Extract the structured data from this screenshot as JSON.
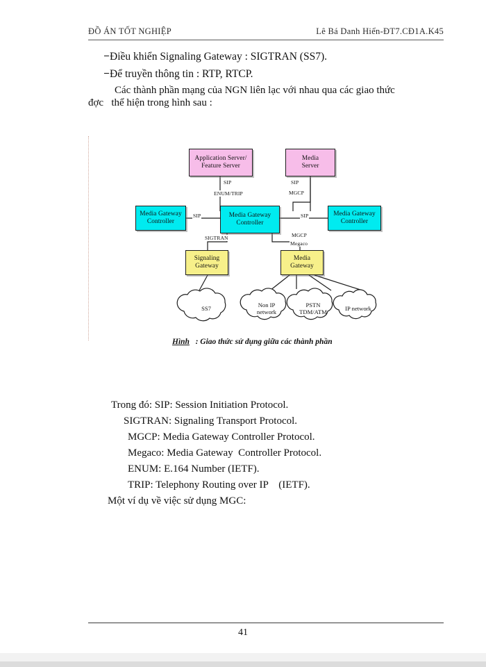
{
  "document": {
    "header_left": "ĐỒ ÁN TỐT NGHIỆP",
    "header_right": "Lê Bá Danh Hiển-ĐT7.CĐ1A.K45",
    "page_number": "41"
  },
  "body": {
    "bullet_1": "Điều khiển Signaling Gateway : SIGTRAN (SS7).",
    "bullet_2": "Để truyền thông tin : RTP, RTCP.",
    "paragraph_line_1": "Các thành phần mạng của NGN liên lạc với nhau qua các giao thức",
    "paragraph_line_2": "đợc   thể hiện trong hình sau :"
  },
  "figure": {
    "caption_prefix": "Hình",
    "caption_text": "   : Giao thức sử dụng giữa các thành phần",
    "colors": {
      "server": "#f7bde9",
      "controller": "#00ebf0",
      "gateway": "#f7f08a",
      "line": "#1c1c1c"
    },
    "nodes": [
      {
        "id": "app-server",
        "label": "Application Server/\nFeature Server",
        "type": "server"
      },
      {
        "id": "media-server",
        "label": "Media\nServer",
        "type": "server"
      },
      {
        "id": "mgc-left",
        "label": "Media Gateway\nController",
        "type": "controller"
      },
      {
        "id": "mgc-center",
        "label": "Media Gateway\nController",
        "type": "controller"
      },
      {
        "id": "mgc-right",
        "label": "Media Gateway\nController",
        "type": "controller"
      },
      {
        "id": "signaling-gateway",
        "label": "Signaling\nGateway",
        "type": "gateway"
      },
      {
        "id": "media-gateway",
        "label": "Media\nGateway",
        "type": "gateway"
      }
    ],
    "node_labels": {
      "app_server": "Application Server/",
      "app_server_2": "Feature Server",
      "media_server": "Media",
      "media_server_2": "Server",
      "mgc_1": "Media Gateway",
      "mgc_2": "Controller",
      "signaling_gateway_1": "Signaling",
      "signaling_gateway_2": "Gateway",
      "media_gateway_1": "Media",
      "media_gateway_2": "Gateway"
    },
    "edge_labels": {
      "sip_app": "SIP",
      "enum_trip": "ENUM/TRIP",
      "sip_media_server": "SIP",
      "mgcp_media_server": "MGCP",
      "sip_left": "SIP",
      "sip_right": "SIP",
      "sigtran": "SIGTRAN",
      "mgcp": "MGCP",
      "megaco": "Megaco"
    },
    "clouds": [
      {
        "id": "ss7",
        "label": "SS7"
      },
      {
        "id": "non-ip",
        "label": "Non IP\nnetwork"
      },
      {
        "id": "pstn",
        "label": "PSTN\nTDM/ATM"
      },
      {
        "id": "ip-network",
        "label": "IP network"
      }
    ]
  },
  "definitions": {
    "intro": "Trong đó: SIP: Session Initiation Protocol.",
    "line_2": "SIGTRAN: Signaling Transport Protocol.",
    "line_3": "MGCP: Media Gateway Controller Protocol.",
    "line_4": "Megaco: Media Gateway  Controller Protocol.",
    "line_5": "ENUM: E.164 Number (IETF).",
    "line_6": "TRIP: Telephony Routing over IP    (IETF).",
    "line_7": "Một ví dụ về việc sử dụng MGC:"
  }
}
